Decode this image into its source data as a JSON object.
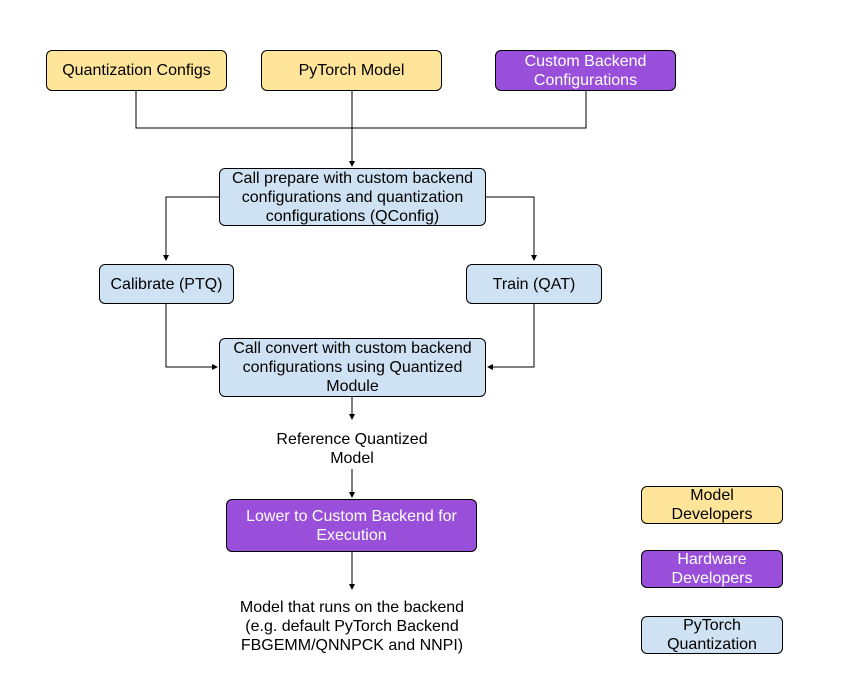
{
  "inputs": {
    "quantization_configs": "Quantization Configs",
    "pytorch_model": "PyTorch Model",
    "custom_backend_configs": "Custom Backend\nConfigurations"
  },
  "steps": {
    "prepare": "Call prepare with custom backend\nconfigurations and quantization\nconfigurations (QConfig)",
    "calibrate": "Calibrate (PTQ)",
    "train": "Train (QAT)",
    "convert": "Call convert with custom backend\nconfigurations using Quantized\nModule",
    "reference_model": "Reference Quantized\nModel",
    "lower": "Lower to Custom Backend for\nExecution",
    "final_model": "Model that runs on the backend\n(e.g. default PyTorch Backend\nFBGEMM/QNNPCK and NNPI)"
  },
  "legend": {
    "model_developers": "Model\nDevelopers",
    "hardware_developers": "Hardware\nDevelopers",
    "pytorch_quantization": "PyTorch\nQuantization"
  },
  "colors": {
    "model_developers": "#ffe599",
    "hardware_developers": "#9a4fdb",
    "pytorch_quantization": "#cfe2f3"
  }
}
